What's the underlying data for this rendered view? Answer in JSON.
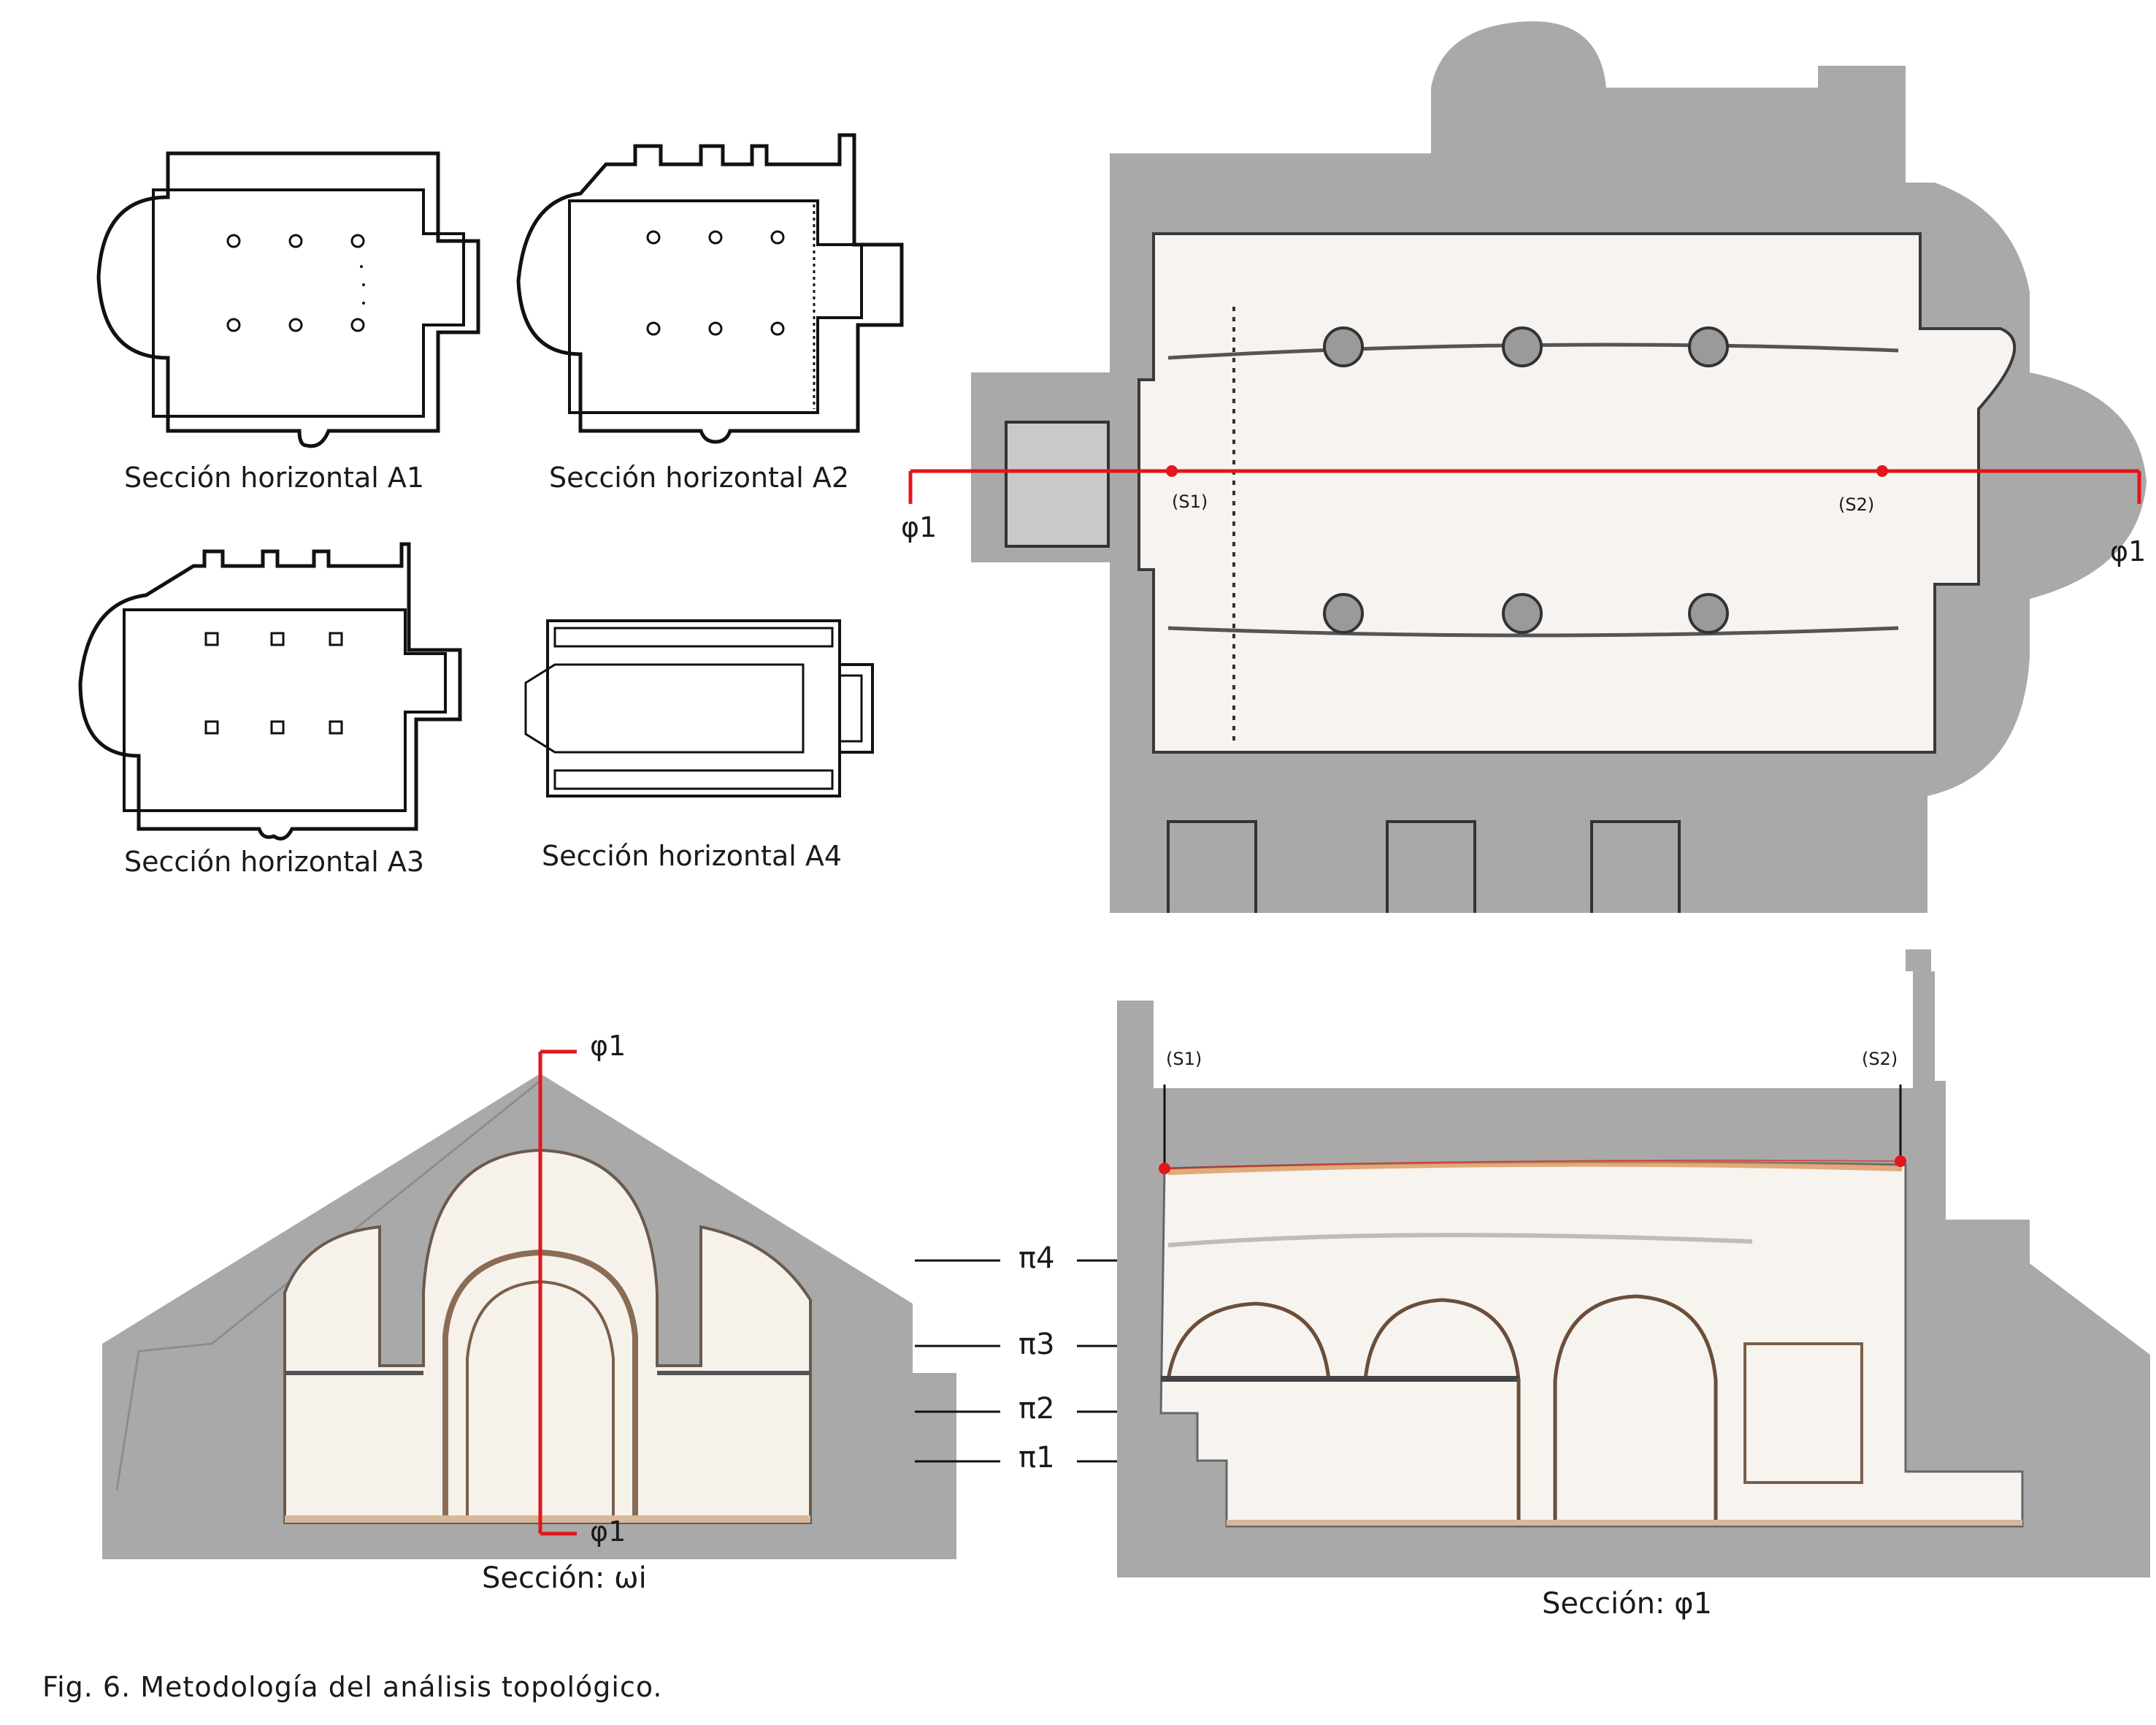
{
  "plans": {
    "a1": "Sección horizontal  A1",
    "a2": "Sección horizontal  A2",
    "a3": "Sección horizontal   A3",
    "a4": "Sección horizontal  A4"
  },
  "main_plan": {
    "cut_left": "φ1",
    "cut_right": "φ1",
    "s1": "(S1)",
    "s2": "(S2)"
  },
  "cross_section": {
    "top": "φ1",
    "bottom": "φ1",
    "caption": "Sección: ωi"
  },
  "levels": [
    "π4",
    "π3",
    "π2",
    "π1"
  ],
  "long_section": {
    "s1": "(S1)",
    "s2": "(S2)",
    "caption": "Sección: φ1"
  },
  "figure_caption": "Fig. 6. Metodología del análisis topológico.",
  "colors": {
    "wall_gray": "#a9a9a9",
    "cut_line": "#e2161b",
    "ink": "#1a1a1a"
  }
}
